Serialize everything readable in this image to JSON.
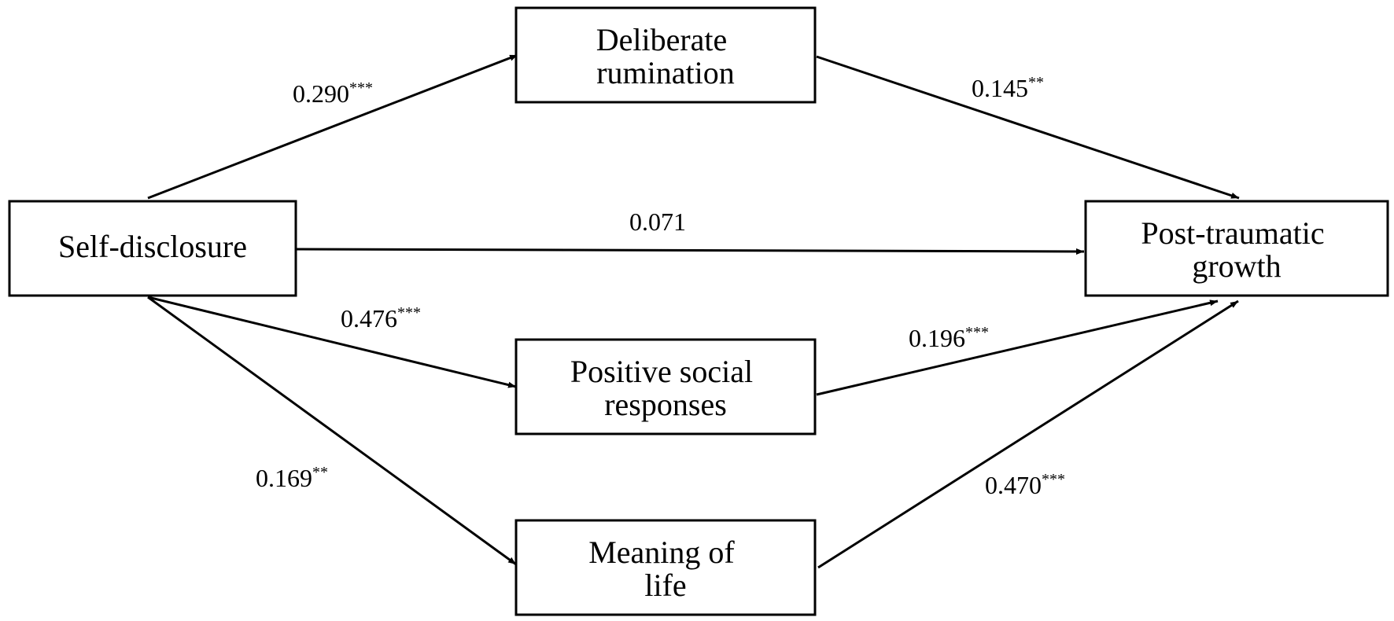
{
  "nodes": {
    "self_disclosure": {
      "lines": [
        "Self-disclosure"
      ]
    },
    "deliberate_rumination": {
      "lines": [
        "Deliberate",
        "rumination"
      ]
    },
    "positive_social_responses": {
      "lines": [
        "Positive social",
        "responses"
      ]
    },
    "meaning_of_life": {
      "lines": [
        "Meaning of",
        "life"
      ]
    },
    "post_traumatic_growth": {
      "lines": [
        "Post-traumatic",
        "growth"
      ]
    }
  },
  "edges": {
    "sd_to_dr": {
      "value": "0.290",
      "sig": "***"
    },
    "dr_to_ptg": {
      "value": "0.145",
      "sig": "**"
    },
    "sd_to_ptg": {
      "value": "0.071",
      "sig": ""
    },
    "sd_to_psr": {
      "value": "0.476",
      "sig": "***"
    },
    "psr_to_ptg": {
      "value": "0.196",
      "sig": "***"
    },
    "sd_to_mol": {
      "value": "0.169",
      "sig": "**"
    },
    "mol_to_ptg": {
      "value": "0.470",
      "sig": "***"
    }
  },
  "colors": {
    "stroke": "#000000",
    "background": "#ffffff"
  }
}
